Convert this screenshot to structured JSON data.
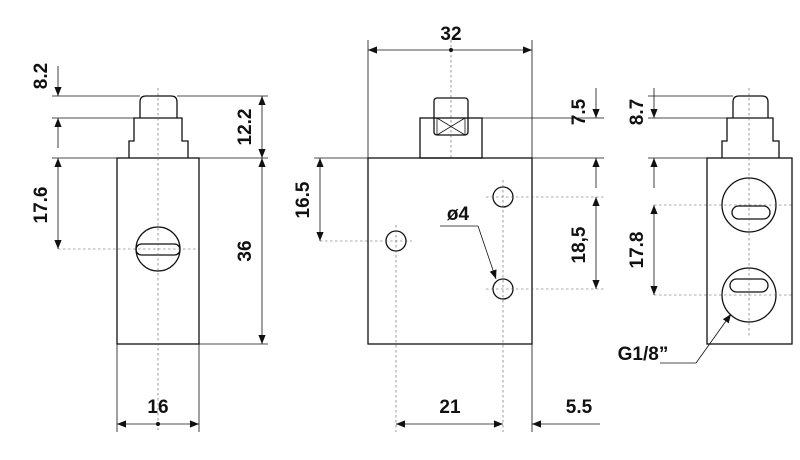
{
  "views": {
    "left": {
      "dim_top_gap": "8.2",
      "dim_button_height": "12.2",
      "dim_port_height": "17.6",
      "dim_body_height": "36",
      "dim_width": "16"
    },
    "center": {
      "dim_width": "32",
      "dim_stem_height": "7.5",
      "dim_left_hole": "16.5",
      "dim_hole_spacing": "18,5",
      "dim_hole_dia": "ø4",
      "dim_hole_pos": "21",
      "dim_edge_offset": "5.5"
    },
    "right": {
      "dim_button_height": "8.7",
      "dim_port_spacing": "17.8",
      "port_thread": "G1/8”"
    }
  }
}
